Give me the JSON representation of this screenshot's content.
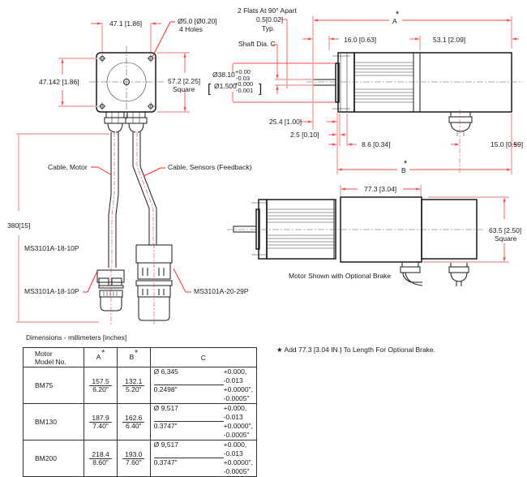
{
  "front_view": {
    "width_holes": "47.1 [1.86]",
    "holes": "Ø5.0 [Ø0.20]",
    "holes_count": "4 Holes",
    "height_holes": "47.142 [1.86]",
    "square_size": "57.2 [2.25]",
    "square_label": "Square"
  },
  "side_view": {
    "flats_line1": "2 Flats At 90° Apart",
    "flats_line2": "0.5[0.02]",
    "flats_line3": "Typ.",
    "shaft_dia": "Shaft Dia.  C",
    "pilot_dia_mm": "Ø38.10",
    "pilot_tol_mm_plus": "+0.00",
    "pilot_tol_mm_minus": "-0.03",
    "pilot_dia_in": "Ø1.500",
    "pilot_tol_in_plus": "+0.000",
    "pilot_tol_in_minus": "-0.001",
    "dim_a": "A",
    "dim_b": "B",
    "star": "*",
    "dim_16": "16.0 [0.63]",
    "dim_53": "53.1 [2.09]",
    "dim_25": "25.4 [1.00]",
    "dim_2_5": "2.5 [0.10]",
    "dim_8_6": "8.6 [0.34]",
    "dim_15": "15.0 [0.59]"
  },
  "cables": {
    "motor_cable": "Cable, Motor",
    "sensor_cable": "Cable, Sensors (Feedback)",
    "length": "380[15]",
    "connector_motor_top": "MS3101A-18-10P",
    "connector_motor": "MS3101A-18-10P",
    "connector_sensor": "MS3101A-20-29P"
  },
  "brake_view": {
    "brake_length": "77.3 [3.04]",
    "square_size": "63.5 [2.50]",
    "square_label": "Square",
    "caption": "Motor Shown with Optional Brake"
  },
  "table": {
    "caption": "Dimensions - millimeters [inches]",
    "headers": {
      "model_line1": "Motor",
      "model_line2": "Model No.",
      "a": "A",
      "b": "B",
      "c": "C",
      "star": "*"
    },
    "rows": [
      {
        "model": "BM75",
        "a_mm": "157.5",
        "a_in": "6.20\"",
        "b_mm": "132.1",
        "b_in": "5.20\"",
        "c_mm": "Ø 6,345",
        "c_in": "0.2498\"",
        "c_tol_mm": "+0.000, -0.013",
        "c_tol_in": "+0.0000\", -0.0005\""
      },
      {
        "model": "BM130",
        "a_mm": "187.9",
        "a_in": "7.40\"",
        "b_mm": "162.6",
        "b_in": "6.40\"",
        "c_mm": "Ø 9,517",
        "c_in": "0.3747\"",
        "c_tol_mm": "+0.000, -0.013",
        "c_tol_in": "+0.0000\", -0.0005\""
      },
      {
        "model": "BM200",
        "a_mm": "218.4",
        "a_in": "8.60\"",
        "b_mm": "193.0",
        "b_in": "7.60\"",
        "c_mm": "Ø 9,517",
        "c_in": "0.3747\"",
        "c_tol_mm": "+0.000, -0.013",
        "c_tol_in": "+0.0000\", -0.0005\""
      }
    ]
  },
  "note": {
    "star": "★",
    "text": "Add  77.3 [3.04 IN.] To Length For Optional Brake."
  }
}
